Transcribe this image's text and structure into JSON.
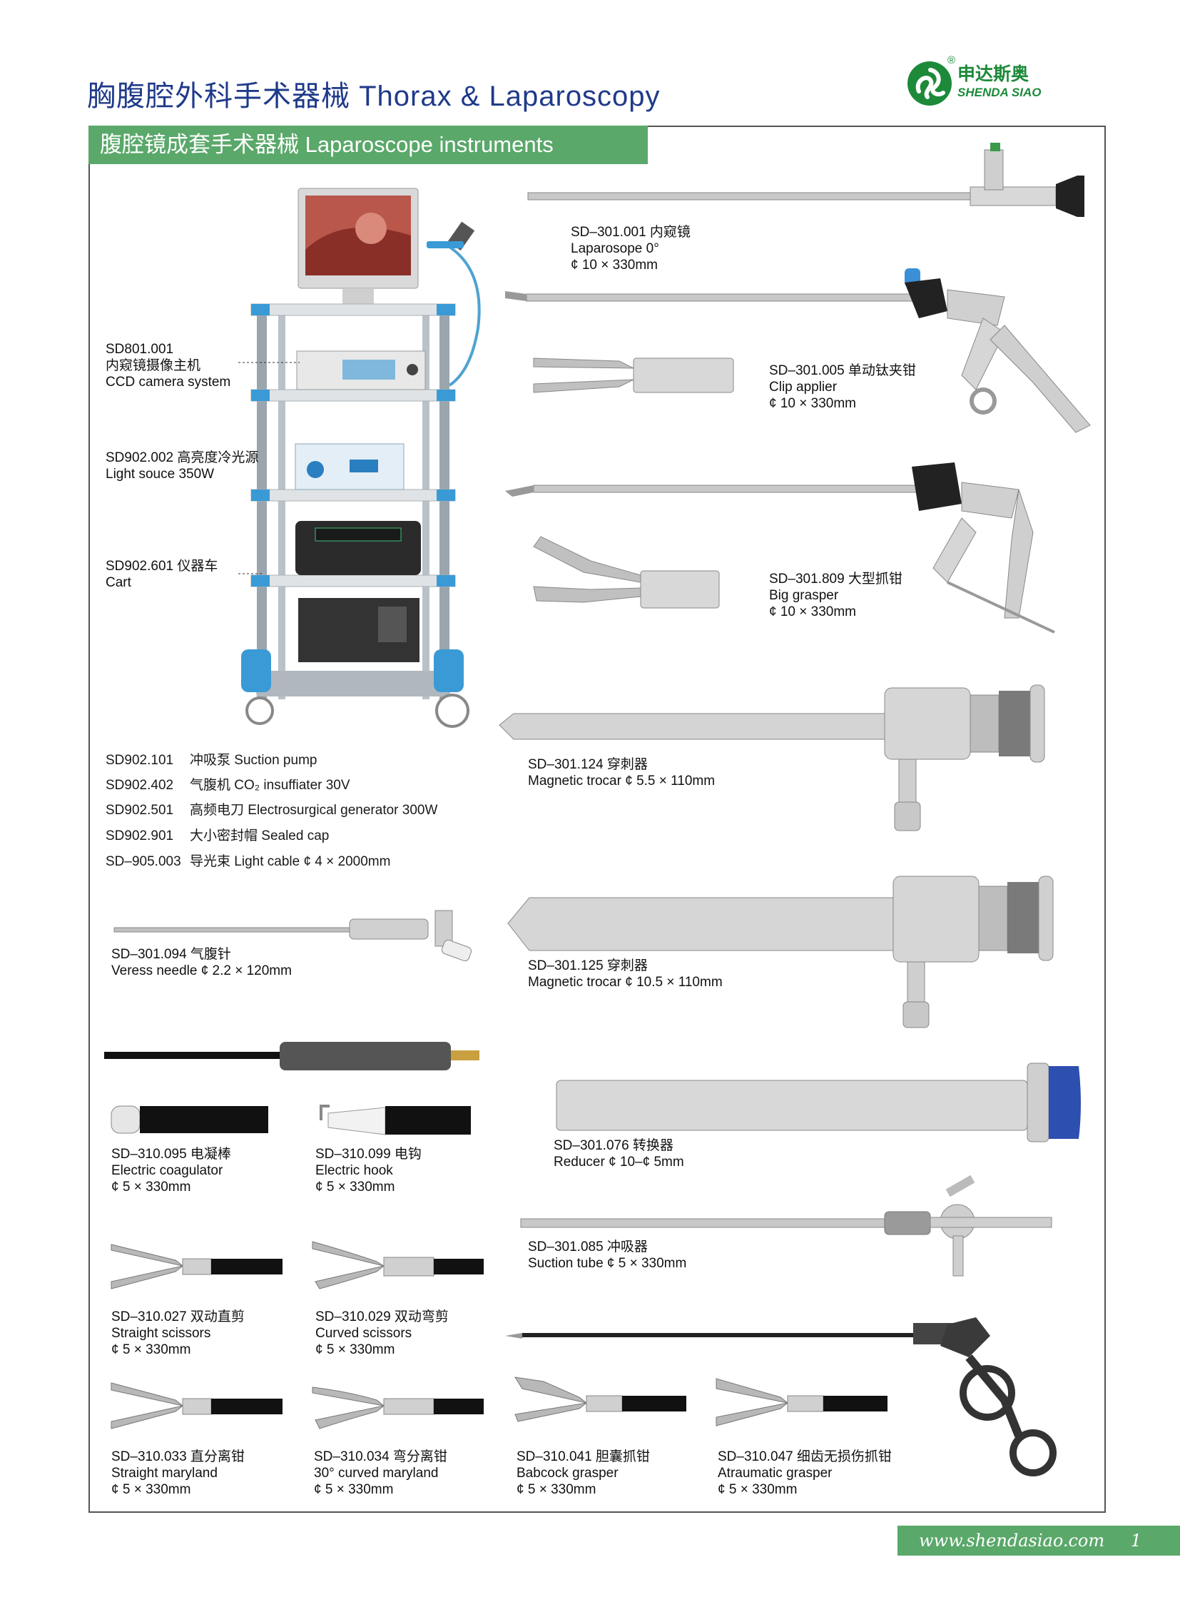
{
  "header": {
    "title": "胸腹腔外科手术器械  Thorax  &  Laparoscopy"
  },
  "logo": {
    "registered": "®",
    "cn": "申达斯奥",
    "en": "SHENDA SIAO"
  },
  "section": {
    "title": "腹腔镜成套手术器械  Laparoscope instruments"
  },
  "cart_labels": {
    "camera": [
      "SD801.001",
      "内窥镜摄像主机",
      "CCD camera system"
    ],
    "light": [
      "SD902.002 高亮度冷光源",
      "Light souce 350W"
    ],
    "cart": [
      "SD902.601 仪器车",
      "Cart"
    ]
  },
  "specs": [
    {
      "code": "SD902.101",
      "text": "冲吸泵 Suction pump"
    },
    {
      "code": "SD902.402",
      "text": "气腹机 CO₂ insuffiater  30V"
    },
    {
      "code": "SD902.501",
      "text": "高频电刀 Electrosurgical generator   300W"
    },
    {
      "code": "SD902.901",
      "text": "大小密封帽 Sealed cap"
    },
    {
      "code": "SD–905.003",
      "text": "导光束 Light cable  ¢ 4 × 2000mm"
    }
  ],
  "items": {
    "laparoscope": [
      "SD–301.001  内窥镜",
      "Laparosope    0°",
      "¢ 10 × 330mm"
    ],
    "clip_applier": [
      "SD–301.005  单动钛夹钳",
      "Clip applier",
      "¢ 10 × 330mm"
    ],
    "big_grasper": [
      "SD–301.809  大型抓钳",
      "Big grasper",
      "¢ 10 × 330mm"
    ],
    "trocar_55": [
      "SD–301.124  穿刺器",
      "Magnetic trocar    ¢ 5.5 × 110mm"
    ],
    "trocar_105": [
      "SD–301.125  穿刺器",
      "Magnetic trocar    ¢ 10.5 × 110mm"
    ],
    "veress": [
      "SD–301.094 气腹针",
      "Veress needle    ¢ 2.2 × 120mm"
    ],
    "coagulator": [
      "SD–310.095 电凝棒",
      "Electric coagulator",
      "¢ 5 × 330mm"
    ],
    "hook": [
      "SD–310.099 电钩",
      "Electric hook",
      "¢ 5 × 330mm"
    ],
    "reducer": [
      "SD–301.076 转换器",
      "Reducer    ¢ 10–¢ 5mm"
    ],
    "suction_tube": [
      "SD–301.085 冲吸器",
      "Suction tube    ¢ 5 × 330mm"
    ],
    "straight_scissors": [
      "SD–310.027 双动直剪",
      "Straight scissors",
      "¢ 5 × 330mm"
    ],
    "curved_scissors": [
      "SD–310.029 双动弯剪",
      "Curved scissors",
      "¢ 5 × 330mm"
    ],
    "straight_maryland": [
      "SD–310.033 直分离钳",
      "Straight maryland",
      "¢ 5 × 330mm"
    ],
    "curved_maryland": [
      "SD–310.034 弯分离钳",
      "30°  curved maryland",
      "¢ 5 × 330mm"
    ],
    "babcock": [
      "SD–310.041 胆囊抓钳",
      "Babcock grasper",
      "¢ 5 × 330mm"
    ],
    "atraumatic": [
      "SD–310.047 细齿无损伤抓钳",
      "Atraumatic grasper",
      "¢ 5 × 330mm"
    ]
  },
  "footer": {
    "url": "www.shendasiao.com",
    "page": "1"
  },
  "colors": {
    "title_blue": "#1f3a8a",
    "brand_green": "#5aa86a",
    "logo_green": "#1d8a3a",
    "cart_blue": "#3a9ad6"
  }
}
